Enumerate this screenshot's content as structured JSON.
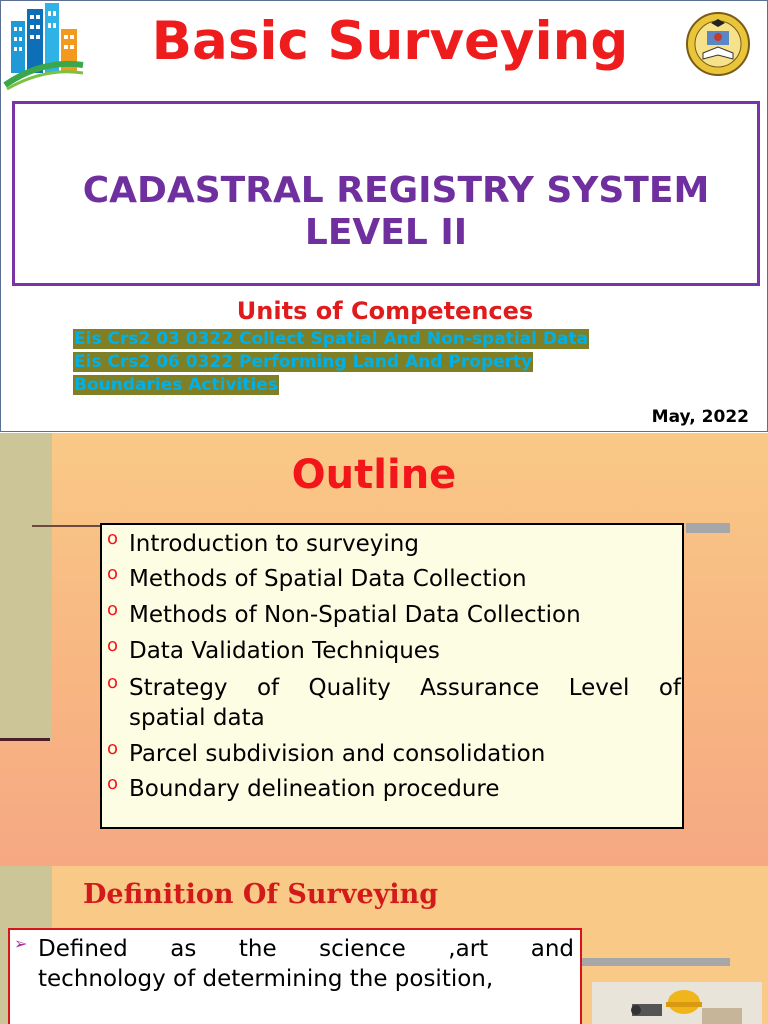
{
  "slide1": {
    "title": "Basic Surveying",
    "program_line1": "CADASTRAL REGISTRY SYSTEM",
    "program_line2": "LEVEL II",
    "units_heading": "Units of Competences",
    "units": [
      "Eis Crs2 03 0322   Collect Spatial And Non-spatial Data",
      "Eis Crs2 06 0322   Performing Land And Property",
      "Boundaries Activities"
    ],
    "date": "May, 2022",
    "colors": {
      "title": "#ee1c1c",
      "program": "#6f2f9f",
      "unit_highlight": "#7f7f25",
      "unit_text": "#00b0e8"
    }
  },
  "slide2": {
    "title": "Outline",
    "items": [
      "Introduction to surveying",
      "Methods of Spatial Data Collection",
      "Methods of Non-Spatial Data Collection",
      "Data Validation Techniques",
      "Strategy of Quality Assurance Level of",
      "Parcel subdivision and consolidation",
      "Boundary delineation procedure"
    ],
    "item5_continuation": "spatial data",
    "bullet": "o"
  },
  "slide3": {
    "title": "Definition Of Surveying",
    "definition_line1": "Defined as the science ,art and",
    "definition_line2": "technology of determining the position,",
    "bullet": "➢"
  }
}
